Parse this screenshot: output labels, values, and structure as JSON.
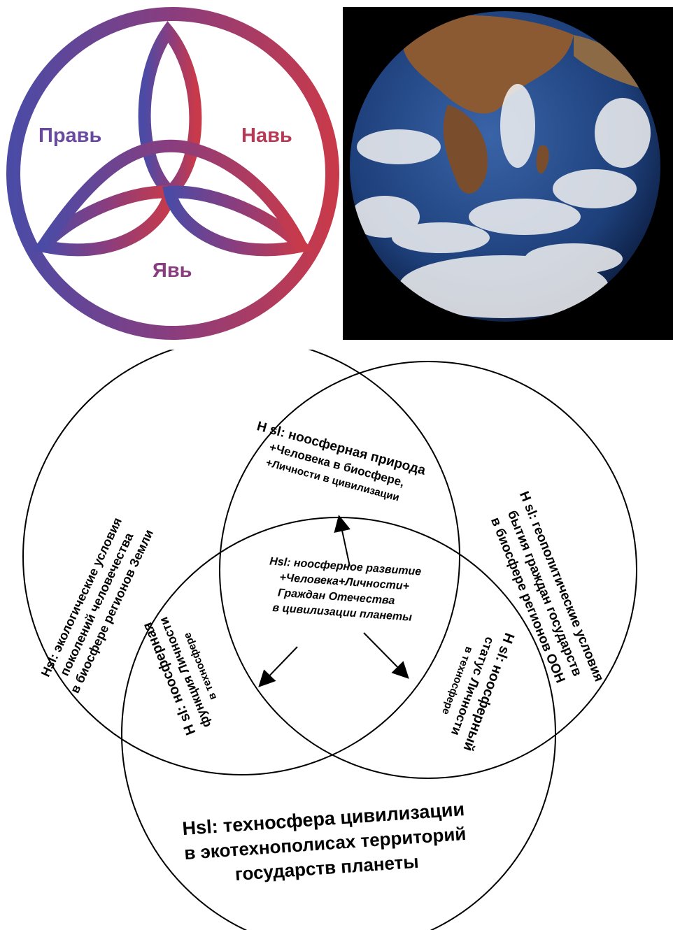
{
  "triquetra": {
    "labels": {
      "prav": "Правь",
      "nav": "Навь",
      "yav": "Явь"
    },
    "colors": {
      "start": "#4b4ba6",
      "mid": "#8a3d7e",
      "end": "#c83a4a"
    }
  },
  "earth": {
    "colors": {
      "background": "#000000",
      "ocean": "#1d3f7a",
      "land": "#8b5a32",
      "cloud": "#f2f2f2"
    }
  },
  "venn": {
    "top_left": [
      "Hsl: экологические условия",
      "поколений человечества",
      "в биосфере регионов Земли"
    ],
    "top_right": [
      "H sl: геополитические условия",
      "бытия граждан государств",
      "в биосфере регионов ООН"
    ],
    "center_top": [
      "H sl: ноосферная природа",
      "+Человека в биосфере,",
      "+Личности в цивилизации"
    ],
    "center": [
      "Hsl: ноосферное развитие",
      "+Человека+Личности+",
      "Граждан Отечества",
      "в цивилизации планеты"
    ],
    "left_middle": [
      "H sl: ноосферная",
      "функция Личности",
      "в техносфере"
    ],
    "right_middle": [
      "H sl: ноосферный",
      "статус Личности",
      "в техносфере"
    ],
    "bottom": [
      "Hsl: техносфера цивилизации",
      "в экотехнополисах территорий",
      "государств планеты"
    ]
  }
}
